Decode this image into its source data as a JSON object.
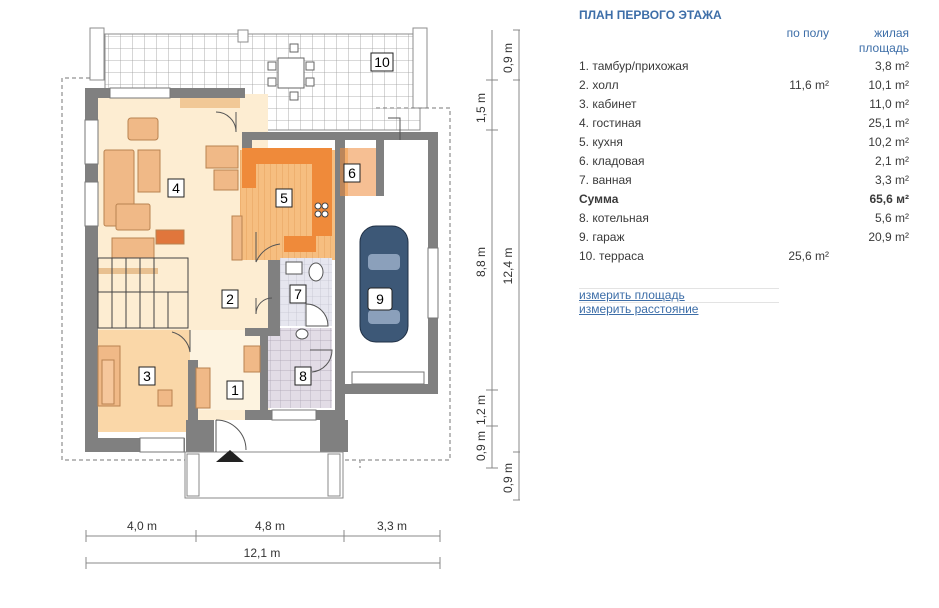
{
  "plan": {
    "rooms": [
      {
        "num": "1"
      },
      {
        "num": "2"
      },
      {
        "num": "3"
      },
      {
        "num": "4"
      },
      {
        "num": "5"
      },
      {
        "num": "6"
      },
      {
        "num": "7"
      },
      {
        "num": "8"
      },
      {
        "num": "9"
      },
      {
        "num": "10"
      }
    ],
    "dims_bottom": [
      "4,0 m",
      "4,8 m",
      "3,3 m",
      "12,1 m"
    ],
    "dims_right": [
      "0,9 m",
      "1,5 m",
      "8,8 m",
      "12,4 m",
      "1,2 m",
      "0,9 m",
      "0,9 m"
    ]
  },
  "info": {
    "title": "ПЛАН ПЕРВОГО ЭТАЖА",
    "col_floor": "по полу",
    "col_living_1": "жилая",
    "col_living_2": "площадь",
    "rows": [
      {
        "name": "1. тамбур/прихожая",
        "floor": "",
        "living": "3,8 m²"
      },
      {
        "name": "2. холл",
        "floor": "11,6 m²",
        "living": "10,1 m²"
      },
      {
        "name": "3. кабинет",
        "floor": "",
        "living": "11,0 m²"
      },
      {
        "name": "4. гостиная",
        "floor": "",
        "living": "25,1 m²"
      },
      {
        "name": "5. кухня",
        "floor": "",
        "living": "10,2 m²"
      },
      {
        "name": "6. кладовая",
        "floor": "",
        "living": "2,1 m²"
      },
      {
        "name": "7. ванная",
        "floor": "",
        "living": "3,3 m²"
      },
      {
        "name": "Сумма",
        "floor": "",
        "living": "65,6 м²"
      },
      {
        "name": "8. котельная",
        "floor": "",
        "living": "5,6 m²"
      },
      {
        "name": "9. гараж",
        "floor": "",
        "living": "20,9 m²"
      },
      {
        "name": "10. терраса",
        "floor": "25,6 m²",
        "living": ""
      }
    ],
    "links": {
      "area": "измерить площадь",
      "distance": "измерить расстояние"
    }
  },
  "colors": {
    "wall": "#808080",
    "floor_light": "#fdedd2",
    "floor_dark": "#fad7a8",
    "wood": "#f6b46e",
    "kitchen": "#ef8a3a",
    "tile": "#d8d8d8",
    "car": "#3d5877"
  }
}
